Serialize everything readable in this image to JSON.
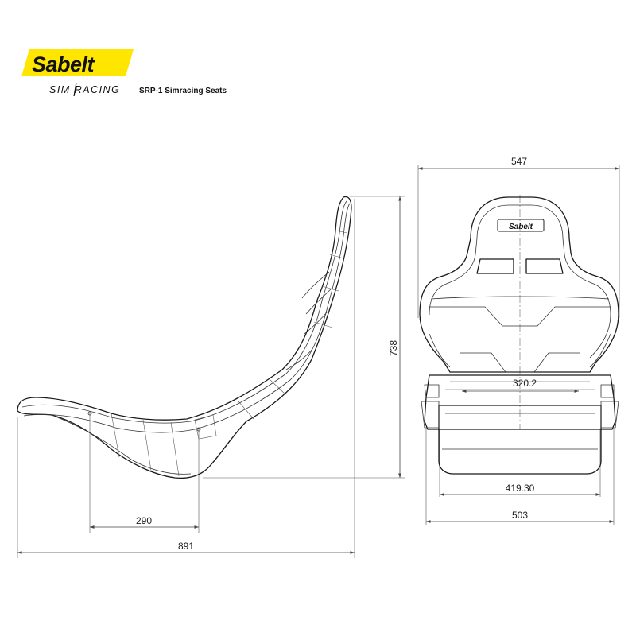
{
  "brand": {
    "logo_text": "Sabelt",
    "sub_brand": "SIM RACING",
    "product_name": "SRP-1 Simracing Seats",
    "accent_color": "#FFE600"
  },
  "seat_badge": "Sabelt",
  "dimensions": {
    "side_height": "738",
    "side_total_length": "891",
    "side_seat_depth": "290",
    "front_total_width": "547",
    "front_inner_width": "320.2",
    "front_base_inner_width": "419.30",
    "front_base_width": "503"
  }
}
